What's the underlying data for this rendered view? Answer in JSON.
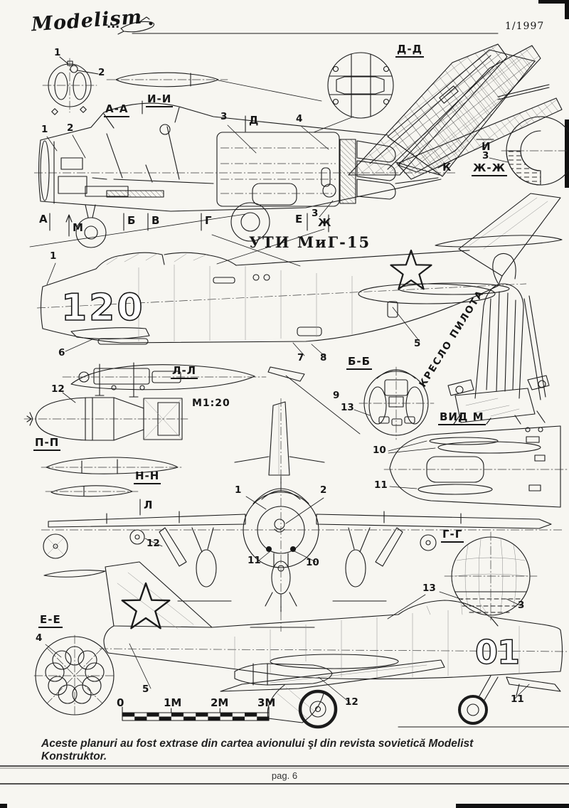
{
  "colors": {
    "paper": "#f7f6f1",
    "ink": "#1b1b1b"
  },
  "header": {
    "logo": "Modelism",
    "dots": "...",
    "issue": "1/1997"
  },
  "title": "УТИ МиГ-15",
  "scale_note": "М1:20",
  "sections": {
    "aa": "А-А",
    "ii": "И-И",
    "dd": "Д-Д",
    "zhzh": "Ж-Ж",
    "ll": "Л-Л",
    "pp": "П-П",
    "nn": "Н-Н",
    "bb": "Б-Б",
    "ee": "Е-Е",
    "gg": "Г-Г",
    "vid_m": "ВИД М",
    "seat": "КРЕСЛО ПИЛОТА"
  },
  "stations": {
    "a": "А",
    "m": "М",
    "b": "Б",
    "v": "В",
    "g": "Г",
    "e": "Е",
    "zh": "Ж",
    "d": "Д",
    "i": "И",
    "k": "К",
    "l": "Л"
  },
  "callouts": {
    "n1": "1",
    "n2": "2",
    "n3": "3",
    "n4": "4",
    "n5": "5",
    "n6": "6",
    "n7": "7",
    "n8": "8",
    "n9": "9",
    "n10": "10",
    "n11": "11",
    "n12": "12",
    "n13": "13"
  },
  "markings": {
    "bort_number_top": "120",
    "bort_number_bottom": "01"
  },
  "scalebar": {
    "labels": [
      "0",
      "1М",
      "2М",
      "3М"
    ]
  },
  "footer": {
    "caption": "Aceste planuri au fost extrase din cartea avionului şI din revista sovietică Modelist Konstruktor.",
    "page": "pag. 6"
  }
}
